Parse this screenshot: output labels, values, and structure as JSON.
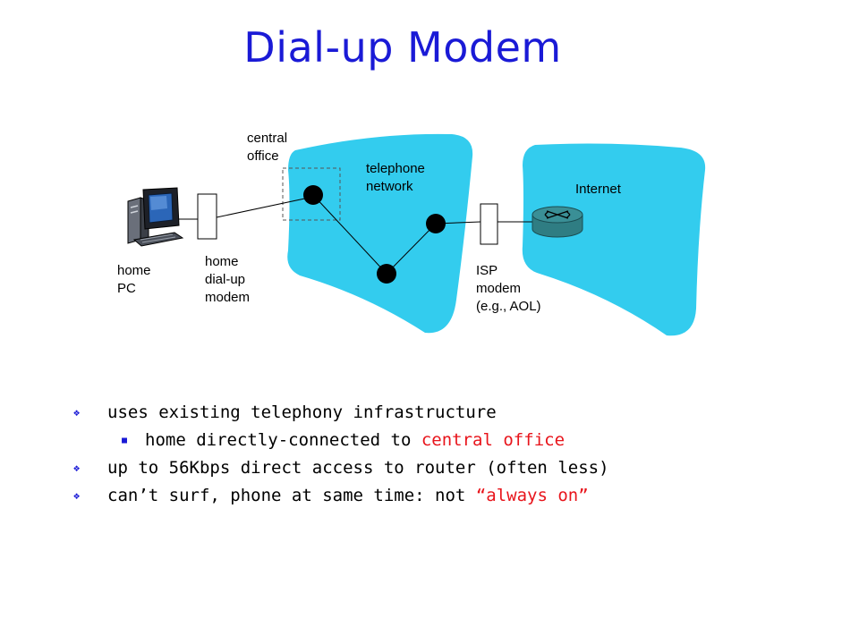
{
  "title": "Dial-up Modem",
  "labels": {
    "central_office": "central\noffice",
    "telephone_network": "telephone\nnetwork",
    "internet": "Internet",
    "home_pc": "home\nPC",
    "home_modem": "home\ndial-up\nmodem",
    "isp_modem": "ISP\nmodem\n(e.g., AOL)"
  },
  "bullets": [
    {
      "level": 1,
      "text": "uses existing telephony infrastructure",
      "highlight": ""
    },
    {
      "level": 2,
      "text": "home directly-connected to ",
      "highlight": "central office"
    },
    {
      "level": 1,
      "text": "up to 56Kbps direct access to router (often less)",
      "highlight": ""
    },
    {
      "level": 1,
      "text": "can’t surf, phone at same time: not ",
      "highlight": "“always on”"
    }
  ],
  "colors": {
    "title": "#1a1ad6",
    "cloud": "#33ccee",
    "highlight": "#e8141b",
    "router": "#3a8f96"
  }
}
